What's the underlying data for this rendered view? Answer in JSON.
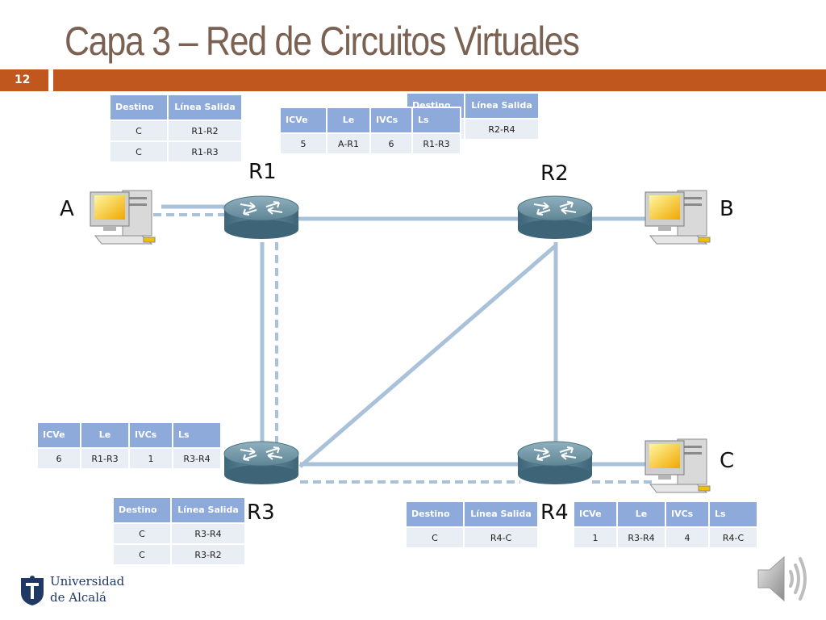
{
  "slide": {
    "title": "Capa 3 – Red de Circuitos Virtuales",
    "number": "12",
    "accent_color": "#c0571e",
    "title_color": "#7a6152",
    "header_color": "#8eaadb"
  },
  "nodes": {
    "A": "A",
    "B": "B",
    "C": "C",
    "R1": "R1",
    "R2": "R2",
    "R3": "R3",
    "R4": "R4"
  },
  "tables": {
    "r1_routing": {
      "headers": [
        "Destino",
        "Línea Salida"
      ],
      "rows": [
        [
          "C",
          "R1-R2"
        ],
        [
          "C",
          "R1-R3"
        ]
      ]
    },
    "r2_routing": {
      "headers": [
        "Destino",
        "Línea Salida"
      ],
      "rows": [
        [
          "",
          "R2-R4"
        ]
      ]
    },
    "r1_vc": {
      "headers": [
        "ICVe",
        "Le",
        "IVCs",
        "Ls"
      ],
      "rows": [
        [
          "5",
          "A-R1",
          "6",
          "R1-R3"
        ]
      ]
    },
    "r3_vc": {
      "headers": [
        "ICVe",
        "Le",
        "IVCs",
        "Ls"
      ],
      "rows": [
        [
          "6",
          "R1-R3",
          "1",
          "R3-R4"
        ]
      ]
    },
    "r3_routing": {
      "headers": [
        "Destino",
        "Línea Salida"
      ],
      "rows": [
        [
          "C",
          "R3-R4"
        ],
        [
          "C",
          "R3-R2"
        ]
      ]
    },
    "r4_routing": {
      "headers": [
        "Destino",
        "Línea Salida"
      ],
      "rows": [
        [
          "C",
          "R4-C"
        ]
      ]
    },
    "r4_vc": {
      "headers": [
        "ICVe",
        "Le",
        "IVCs",
        "Ls"
      ],
      "rows": [
        [
          "1",
          "R3-R4",
          "4",
          "R4-C"
        ]
      ]
    }
  },
  "logo": {
    "line1": "Universidad",
    "line2": "de Alcalá"
  },
  "icons": [
    "router-icon",
    "computer-icon",
    "speaker-icon",
    "university-crest-icon"
  ]
}
